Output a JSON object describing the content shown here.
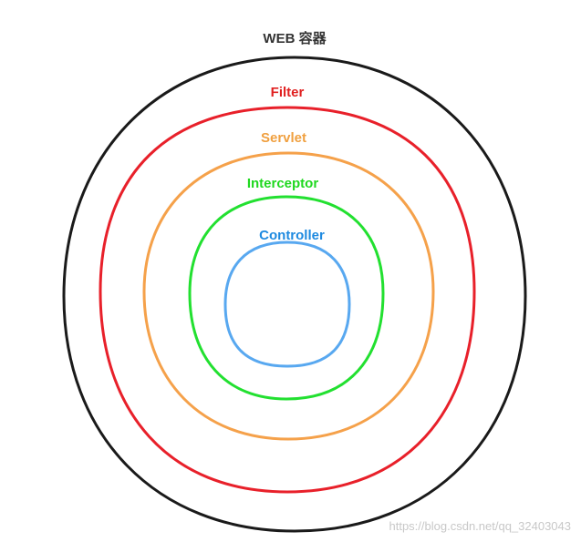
{
  "diagram": {
    "layers": [
      {
        "label": "WEB 容器",
        "color": "#1a1a1a",
        "label_color": "#333333"
      },
      {
        "label": "Filter",
        "color": "#e8202a",
        "label_color": "#e02020"
      },
      {
        "label": "Servlet",
        "color": "#f5a14a",
        "label_color": "#f0a040"
      },
      {
        "label": "Interceptor",
        "color": "#22e030",
        "label_color": "#20d820"
      },
      {
        "label": "Controller",
        "color": "#58a8f0",
        "label_color": "#1e8ae0"
      }
    ]
  },
  "watermark": "https://blog.csdn.net/qq_32403043"
}
